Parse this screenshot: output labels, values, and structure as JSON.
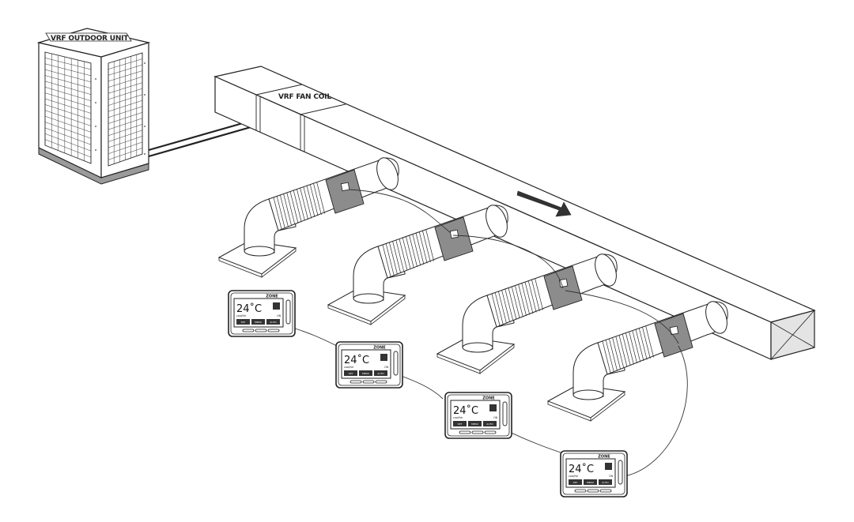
{
  "labels": {
    "outdoor_unit": "VRF OUTDOOR UNIT",
    "fan_coil": "VRF FAN COIL"
  },
  "thermostat": {
    "logo": "ZONE",
    "temperature": "24˚C",
    "status_left": "cool/htr",
    "status_right": "ON",
    "buttons": [
      "SET",
      "MENU",
      "AUTO"
    ]
  },
  "colors": {
    "line": "#222222",
    "band": "#8c8c8c",
    "base": "#9a9a9a",
    "screen": "#ffffff",
    "button": "#333333"
  }
}
